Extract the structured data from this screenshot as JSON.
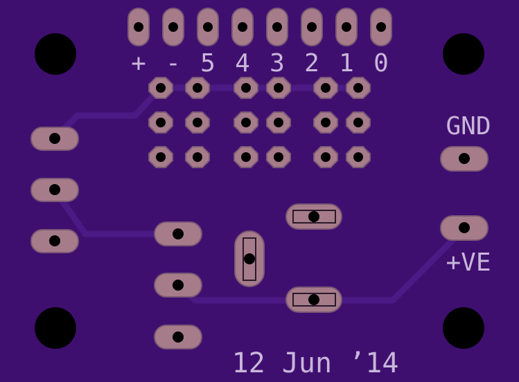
{
  "board": {
    "colors": {
      "substrate": "#3f0f70",
      "trace": "#4b1a84",
      "pad": "#a77c8a",
      "pad_edge": "#7b5a75",
      "silkscreen": "#c9b6d9",
      "hole": "#000000"
    },
    "header_labels": [
      "+",
      "-",
      "5",
      "4",
      "3",
      "2",
      "1",
      "0"
    ],
    "gnd_label": "GND",
    "vcc_label": "+VE",
    "date_label": "12 Jun ’14"
  }
}
